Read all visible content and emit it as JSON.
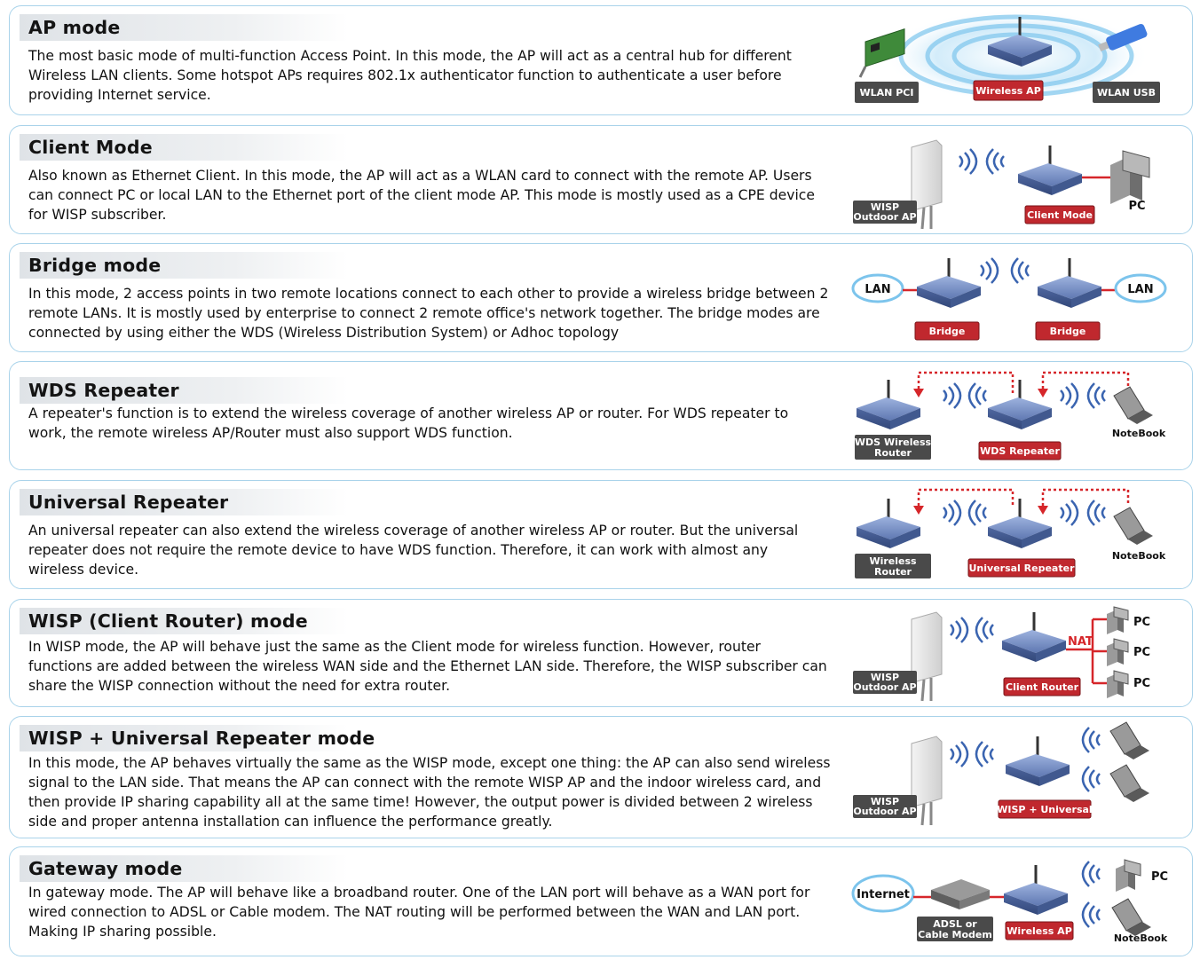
{
  "modes": [
    {
      "title": "AP mode",
      "lines": [
        "The most basic mode of multi-function Access Point.  In this mode, the AP will act as a central hub for different",
        "Wireless LAN clients.  Some hotspot APs requires 802.1x authenticator function to authenticate a user before",
        "providing Internet service."
      ],
      "labels": [
        "WLAN PCI",
        "Wireless AP",
        "WLAN  USB"
      ]
    },
    {
      "title": "Client Mode",
      "lines": [
        "Also known as Ethernet Client.  In this mode, the AP will act as a WLAN card to connect with the remote AP.  Users",
        "can connect PC or local LAN to the Ethernet port of the client mode AP.  This mode is mostly used as a CPE device",
        "for WISP subscriber."
      ],
      "labels": [
        "WISP",
        "Outdoor AP",
        "Client Mode",
        "PC"
      ]
    },
    {
      "title": "Bridge mode",
      "lines": [
        "In this mode, 2 access points in two remote locations connect to each other to provide a wireless bridge between 2",
        "remote LANs.  It is mostly used by enterprise to connect 2 remote office's network together.  The bridge modes are",
        "connected by using either the WDS (Wireless Distribution System) or Adhoc topology"
      ],
      "labels": [
        "LAN",
        "Bridge",
        "Bridge",
        "LAN"
      ]
    },
    {
      "title": "WDS Repeater",
      "lines": [
        "A repeater's function is to extend the wireless coverage of another wireless AP or router.  For WDS repeater to",
        "work, the remote wireless AP/Router must also support WDS function."
      ],
      "labels": [
        "WDS Wireless",
        "Router",
        "WDS Repeater",
        "NoteBook"
      ]
    },
    {
      "title": "Universal Repeater",
      "lines": [
        "An universal repeater can also extend the wireless coverage of another wireless AP or router.  But the universal",
        "repeater does not require the remote device to have WDS function.  Therefore, it can work with almost any",
        "wireless device."
      ],
      "labels": [
        "Wireless",
        "Router",
        "Universal Repeater",
        "NoteBook"
      ]
    },
    {
      "title": "WISP (Client Router) mode",
      "lines": [
        "In WISP mode, the AP will behave just the same as the Client mode for wireless function.  However, router",
        "functions are added between the wireless WAN side and the Ethernet LAN side.  Therefore, the WISP subscriber can",
        "share the WISP connection without the need for extra router."
      ],
      "labels": [
        "WISP",
        "Outdoor AP",
        "Client Router",
        "NAT",
        "PC",
        "PC",
        "PC"
      ]
    },
    {
      "title": "WISP + Universal Repeater mode",
      "lines": [
        "In this mode, the AP behaves virtually the same as the WISP mode, except one thing: the AP can also send wireless",
        "signal to the LAN side.  That means the AP can connect with the remote WISP AP and the indoor wireless card, and",
        "then provide IP sharing capability all at the same time!  However, the output power is divided between 2 wireless",
        "side and proper antenna installation can influence the performance greatly."
      ],
      "labels": [
        "WISP",
        "Outdoor AP",
        "WISP + Universal"
      ]
    },
    {
      "title": "Gateway mode",
      "lines": [
        "In gateway mode.  The AP will behave like a broadband router.  One of the LAN port will behave as a WAN port for",
        "wired connection to ADSL or Cable modem.  The NAT routing will be performed between the WAN and LAN port.",
        "Making IP sharing possible."
      ],
      "labels": [
        "Internet",
        "ADSL or",
        "Cable Modem",
        "Wireless AP",
        "PC",
        "NoteBook"
      ]
    }
  ],
  "colors": {
    "panel_border": "#a9d3ea",
    "tag_dark": "#4a4a4a",
    "tag_red": "#c0282e",
    "wire": "#d6262a",
    "router": "#6f86bc",
    "wave": "#3a64b0"
  }
}
